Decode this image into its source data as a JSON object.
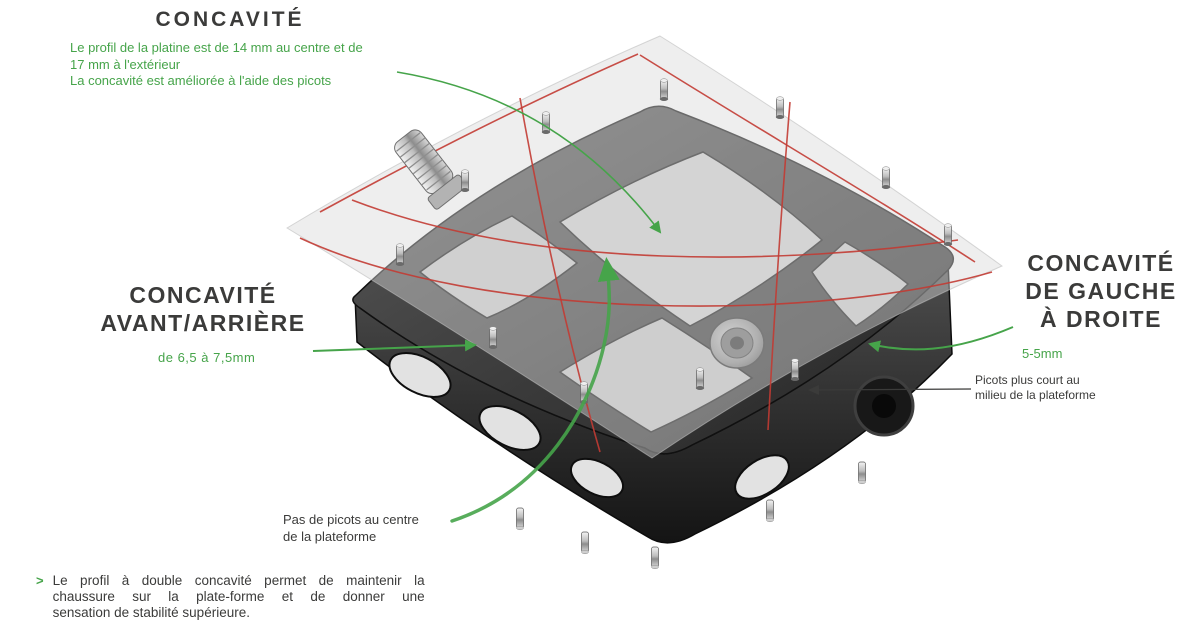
{
  "colors": {
    "green": "#46a44a",
    "dark": "#3b3b3a",
    "red": "#c23b33"
  },
  "labels": {
    "top": {
      "title": "CONCAVITÉ",
      "lines": [
        "Le profil de la platine est de 14 mm au centre et de",
        "17 mm à l'extérieur",
        "La concavité est améliorée à l'aide des picots"
      ]
    },
    "front_rear": {
      "title_lines": [
        "CONCAVITÉ",
        "AVANT/ARRIÈRE"
      ],
      "value": "de 6,5 à  7,5mm"
    },
    "left_right": {
      "title_lines": [
        "CONCAVITÉ",
        "DE GAUCHE",
        "À DROITE"
      ],
      "value": "5-5mm",
      "note_lines": [
        "Picots plus court au",
        "milieu de la plateforme"
      ]
    },
    "center_note": {
      "lines": [
        "Pas de picots au centre",
        "de la plateforme"
      ]
    },
    "footer": {
      "bullet": ">",
      "lines": [
        "Le profil à double concavité permet de maintenir la",
        "chaussure sur la plate-forme et de donner une",
        "sensation de stabilité supérieure."
      ]
    }
  }
}
